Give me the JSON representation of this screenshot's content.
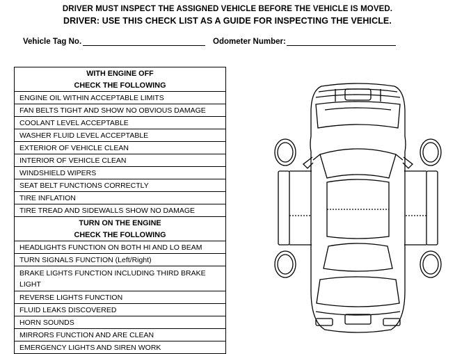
{
  "header": {
    "line1": "DRIVER MUST INSPECT THE ASSIGNED VEHICLE BEFORE THE VEHICLE IS MOVED.",
    "line2": "DRIVER: USE THIS CHECK LIST AS A GUIDE FOR INSPECTING THE VEHICLE."
  },
  "fields": {
    "vehicle_tag_label": "Vehicle Tag No.",
    "odometer_label": "Odometer Number:"
  },
  "checklist": {
    "engine_off": {
      "title": "WITH ENGINE OFF",
      "subtitle": "CHECK THE FOLLOWING",
      "items": [
        "ENGINE OIL WITHIN ACCEPTABLE LIMITS",
        "FAN BELTS TIGHT AND SHOW NO OBVIOUS DAMAGE",
        "COOLANT LEVEL ACCEPTABLE",
        "WASHER FLUID LEVEL ACCEPTABLE",
        "EXTERIOR OF VEHICLE CLEAN",
        "INTERIOR OF VEHICLE CLEAN",
        "WINDSHIELD WIPERS",
        "SEAT BELT FUNCTIONS CORRECTLY",
        "TIRE INFLATION",
        "TIRE TREAD AND SIDEWALLS SHOW NO DAMAGE"
      ]
    },
    "engine_on": {
      "title": "TURN ON THE ENGINE",
      "subtitle": "CHECK THE FOLLOWING",
      "items": [
        "HEADLIGHTS FUNCTION ON BOTH HI AND LO BEAM",
        "TURN SIGNALS FUNCTION (Left/Right)",
        "BRAKE LIGHTS FUNCTION INCLUDING THIRD BRAKE LIGHT",
        "REVERSE LIGHTS FUNCTION",
        "FLUID LEAKS DISCOVERED",
        "HORN SOUNDS",
        "MIRRORS FUNCTION AND ARE CLEAN",
        "EMERGENCY LIGHTS AND SIREN WORK"
      ]
    }
  },
  "diagram": {
    "icon": "car-top-view-diagram-icon"
  }
}
